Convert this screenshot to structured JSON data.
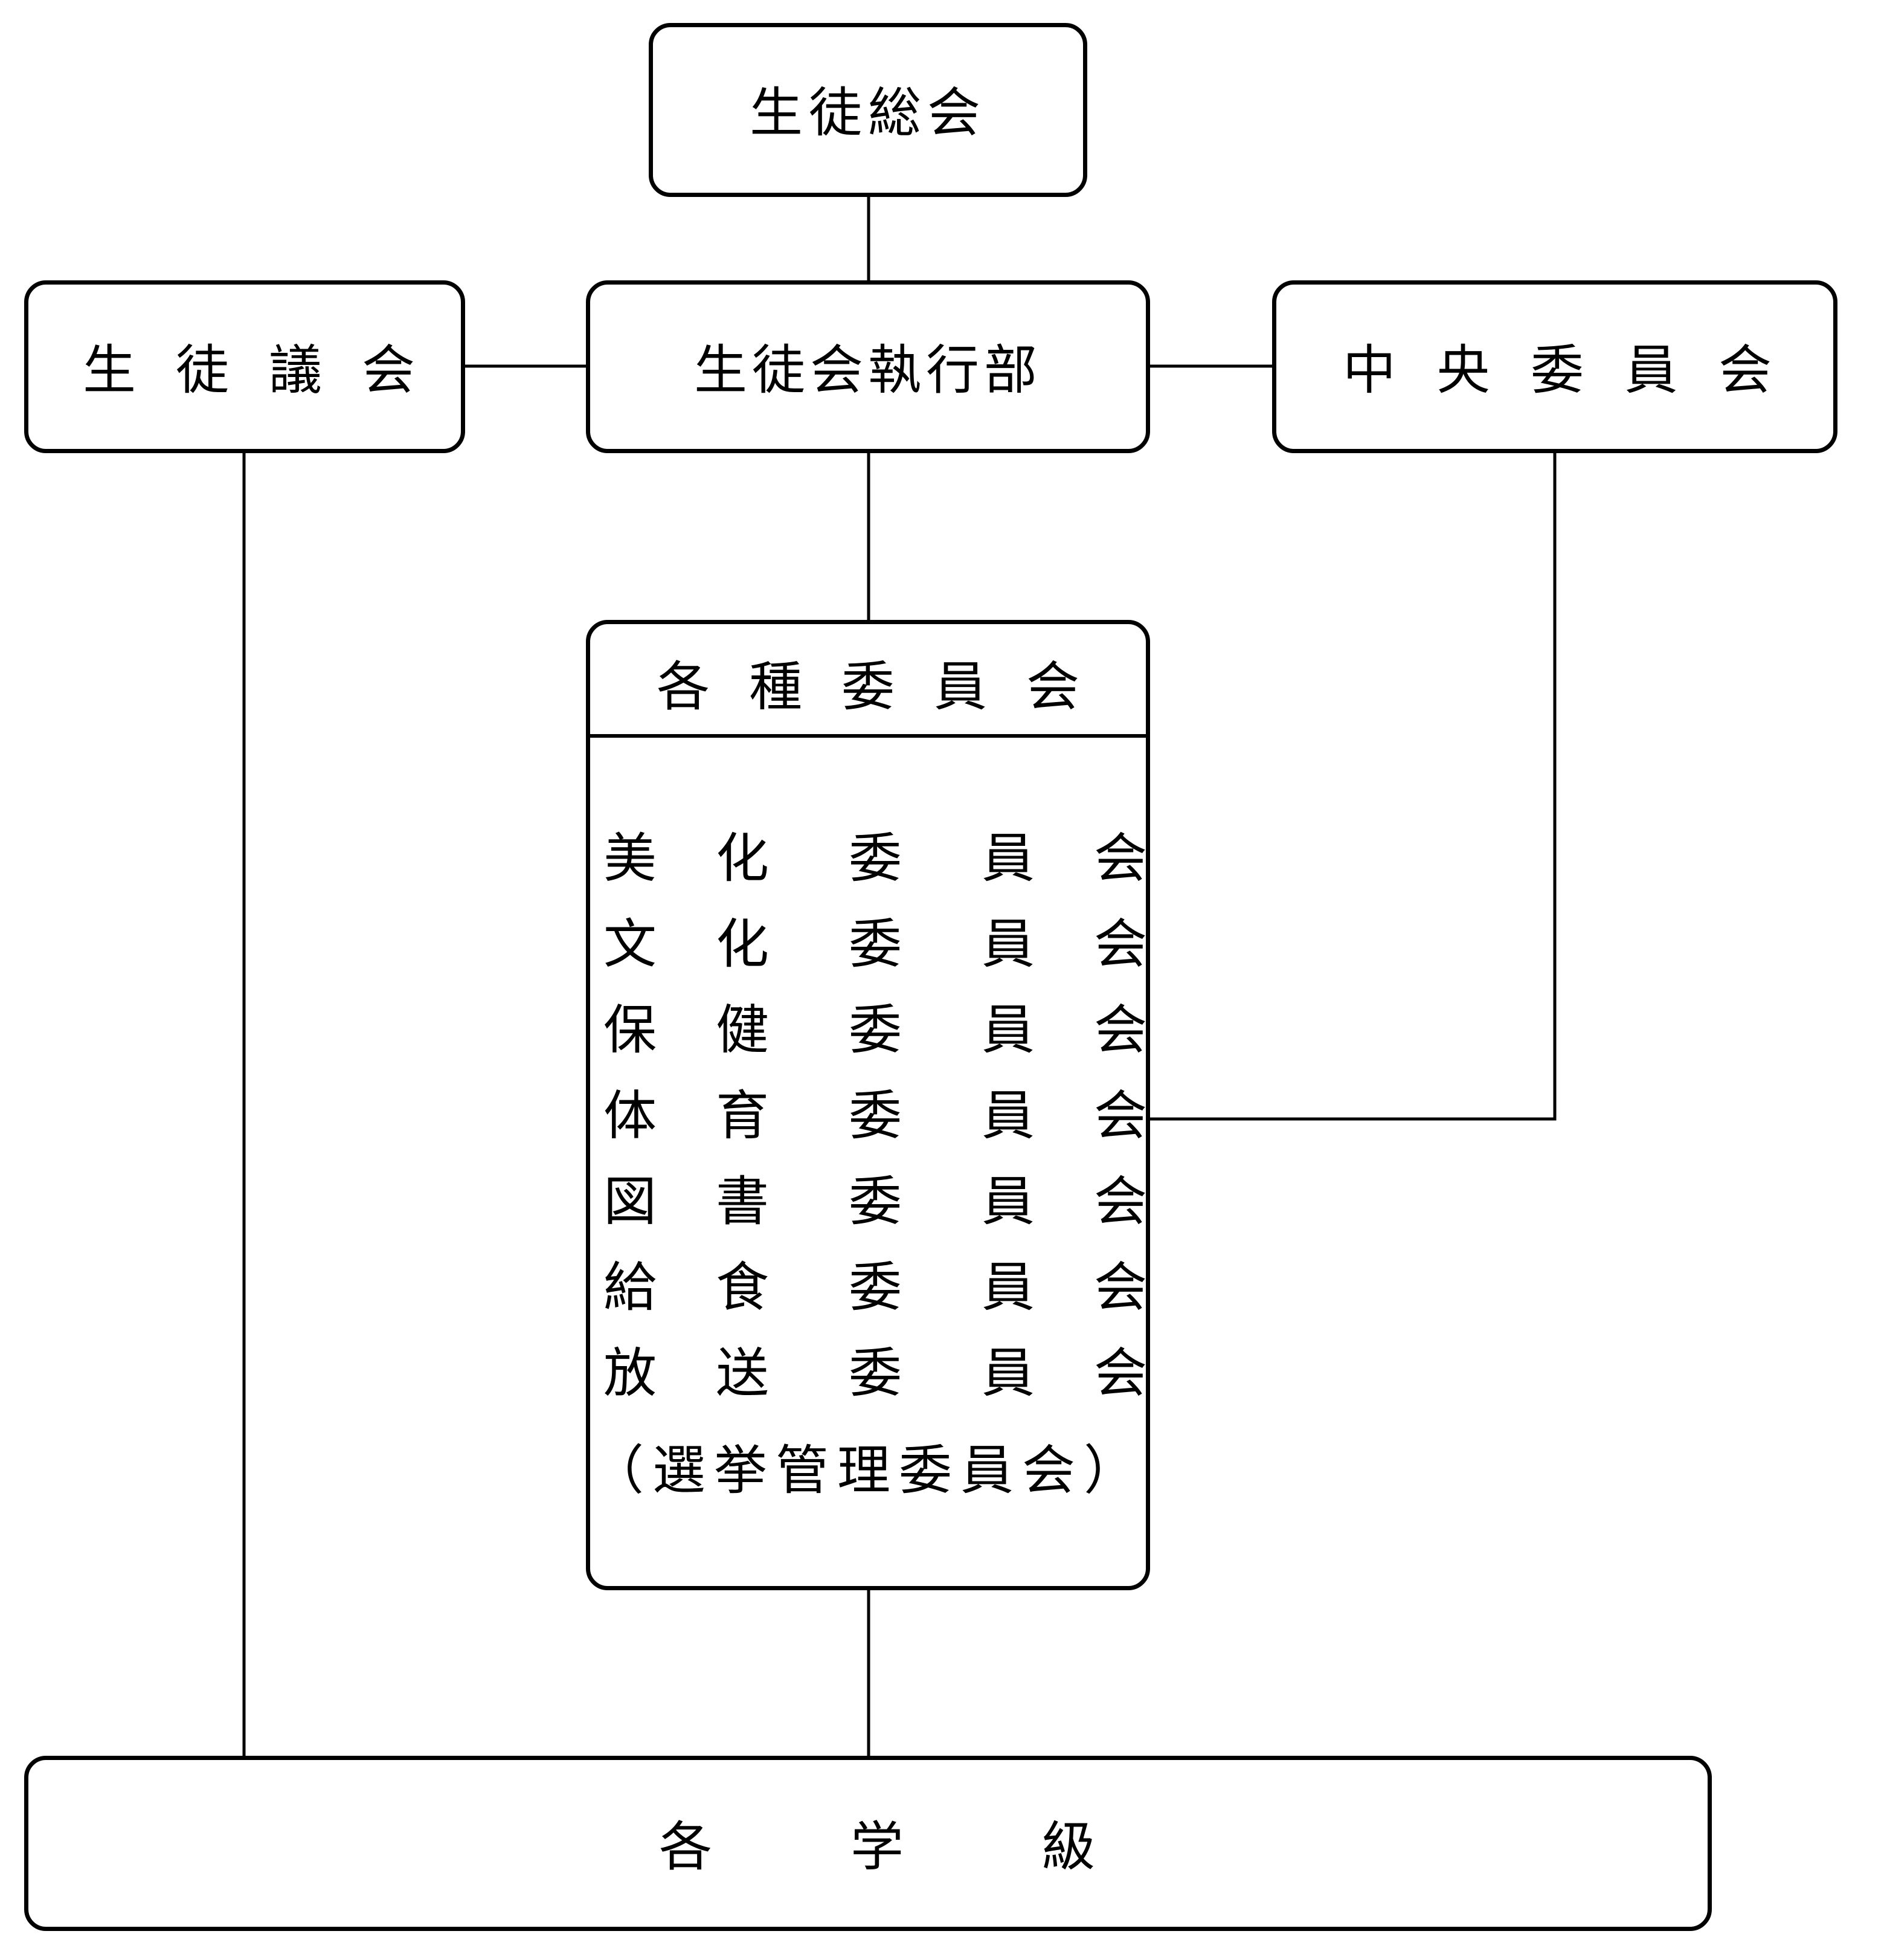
{
  "boxes": {
    "student_general_assembly": "生徒総会",
    "student_council": [
      "生",
      "徒",
      "議",
      "会"
    ],
    "executive": "生徒会執行部",
    "central_committee": [
      "中",
      "央",
      "委",
      "員",
      "会"
    ],
    "committees_header": [
      "各",
      "種",
      "委",
      "員",
      "会"
    ],
    "all_classes": [
      "各",
      "学",
      "級"
    ]
  },
  "committees": [
    [
      "美",
      "化",
      "委",
      "員",
      "会"
    ],
    [
      "文",
      "化",
      "委",
      "員",
      "会"
    ],
    [
      "保",
      "健",
      "委",
      "員",
      "会"
    ],
    [
      "体",
      "育",
      "委",
      "員",
      "会"
    ],
    [
      "図",
      "書",
      "委",
      "員",
      "会"
    ],
    [
      "給",
      "食",
      "委",
      "員",
      "会"
    ],
    [
      "放",
      "送",
      "委",
      "員",
      "会"
    ]
  ],
  "election_committee": "（選挙管理委員会）"
}
